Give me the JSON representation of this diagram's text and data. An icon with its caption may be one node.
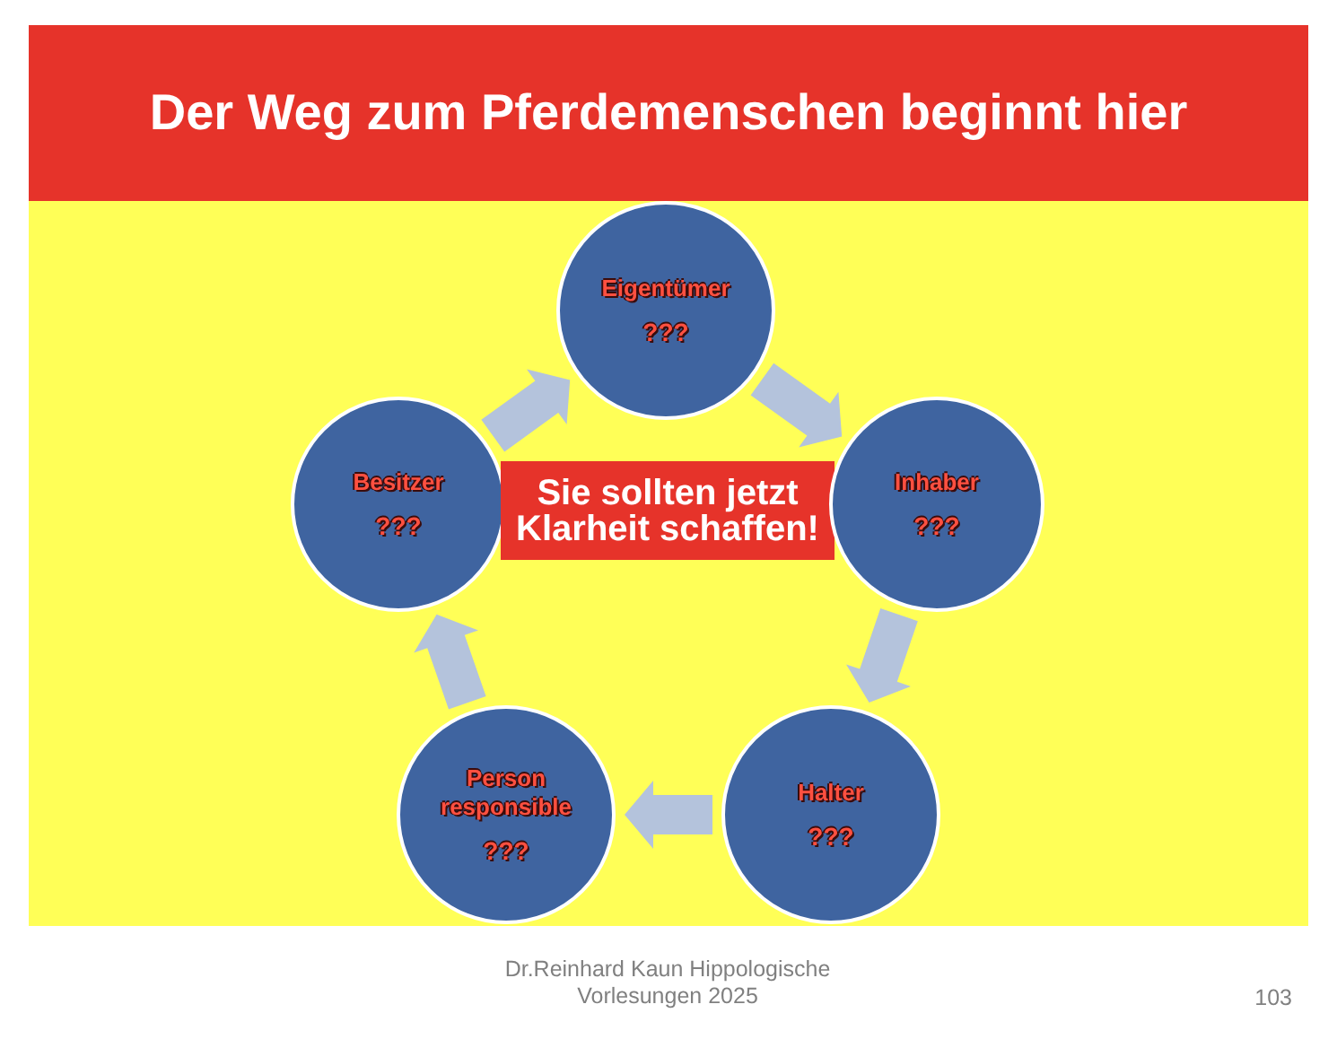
{
  "diagram": {
    "title": "Der Weg zum Pferdemenschen beginnt hier",
    "nodes": [
      {
        "text": [
          "Eigentümer",
          "???"
        ]
      },
      {
        "text": [
          "Besitzer",
          "???"
        ]
      },
      {
        "text": [
          "Sie sollten jetzt Klarheit schaffen!"
        ]
      },
      {
        "text": [
          "Inhaber",
          "???"
        ]
      },
      {
        "text": [
          "Person responsible",
          "???"
        ]
      },
      {
        "text": [
          "Halter",
          "???"
        ]
      }
    ],
    "edges": [
      {
        "from": 1,
        "to": 0,
        "arrow": "to"
      },
      {
        "from": 0,
        "to": 3,
        "arrow": "to"
      },
      {
        "from": 3,
        "to": 5,
        "arrow": "to"
      },
      {
        "from": 5,
        "to": 4,
        "arrow": "to"
      },
      {
        "from": 4,
        "to": 1,
        "arrow": "to"
      }
    ],
    "labels": [
      "Dr.Reinhard Kaun Hippologische Vorlesungen 2025",
      "103"
    ]
  }
}
